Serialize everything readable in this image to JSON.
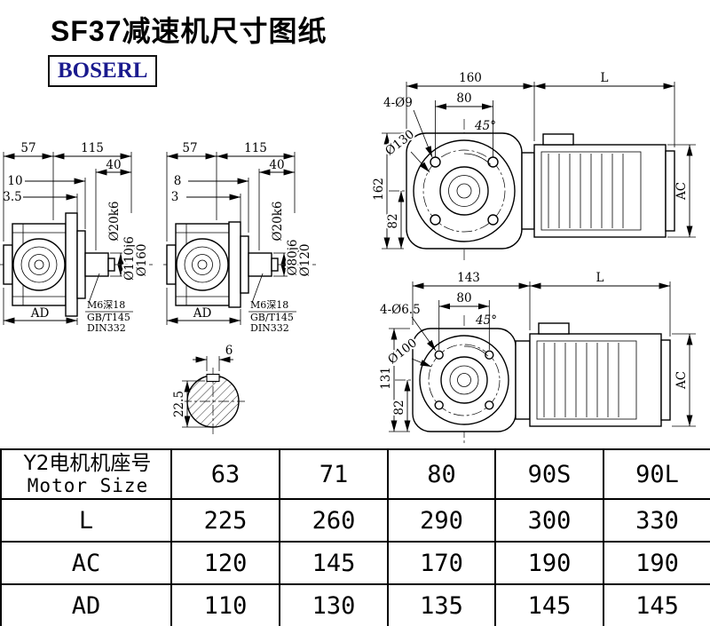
{
  "page": {
    "title": "SF37减速机尺寸图纸",
    "brand": "BOSERL"
  },
  "side_view_1": {
    "dim_top_left": "57",
    "dim_top_right": "115",
    "dim_shaft_len": "40",
    "dim_step1": "10",
    "dim_step2": "3.5",
    "dia_shaft": "Ø20k6",
    "dia_spigot": "Ø110j6",
    "dia_flange": "Ø160",
    "dim_width": "AD",
    "note_tap": "M6深18",
    "note_std1": "GB/T145",
    "note_std2": "DIN332"
  },
  "side_view_2": {
    "dim_top_left": "57",
    "dim_top_right": "115",
    "dim_shaft_len": "40",
    "dim_step1": "8",
    "dim_step2": "3",
    "dia_shaft": "Ø20k6",
    "dia_spigot": "Ø80j6",
    "dia_flange": "Ø120",
    "dim_width": "AD",
    "note_tap": "M6深18",
    "note_std1": "GB/T145",
    "note_std2": "DIN332"
  },
  "front_view_1": {
    "dim_flange": "160",
    "dim_motor": "L",
    "dim_holes_span": "80",
    "holes": "4-Ø9",
    "angle": "45°",
    "bolt_circle": "Ø130",
    "dim_height": "162",
    "dim_base": "82",
    "dim_motor_height": "AC"
  },
  "front_view_2": {
    "dim_flange": "143",
    "dim_motor": "L",
    "dim_holes_span": "80",
    "holes": "4-Ø6.5",
    "angle": "45°",
    "bolt_circle": "Ø100",
    "dim_height": "131",
    "dim_base": "82",
    "dim_motor_height": "AC"
  },
  "shaft_section": {
    "key_width": "6",
    "key_depth": "22.5"
  },
  "table": {
    "header_label_cn": "Y2电机机座号",
    "header_label_en": "Motor Size",
    "sizes": [
      "63",
      "71",
      "80",
      "90S",
      "90L"
    ],
    "rows": [
      {
        "label": "L",
        "values": [
          "225",
          "260",
          "290",
          "300",
          "330"
        ]
      },
      {
        "label": "AC",
        "values": [
          "120",
          "145",
          "170",
          "190",
          "190"
        ]
      },
      {
        "label": "AD",
        "values": [
          "110",
          "130",
          "135",
          "145",
          "145"
        ]
      }
    ]
  }
}
